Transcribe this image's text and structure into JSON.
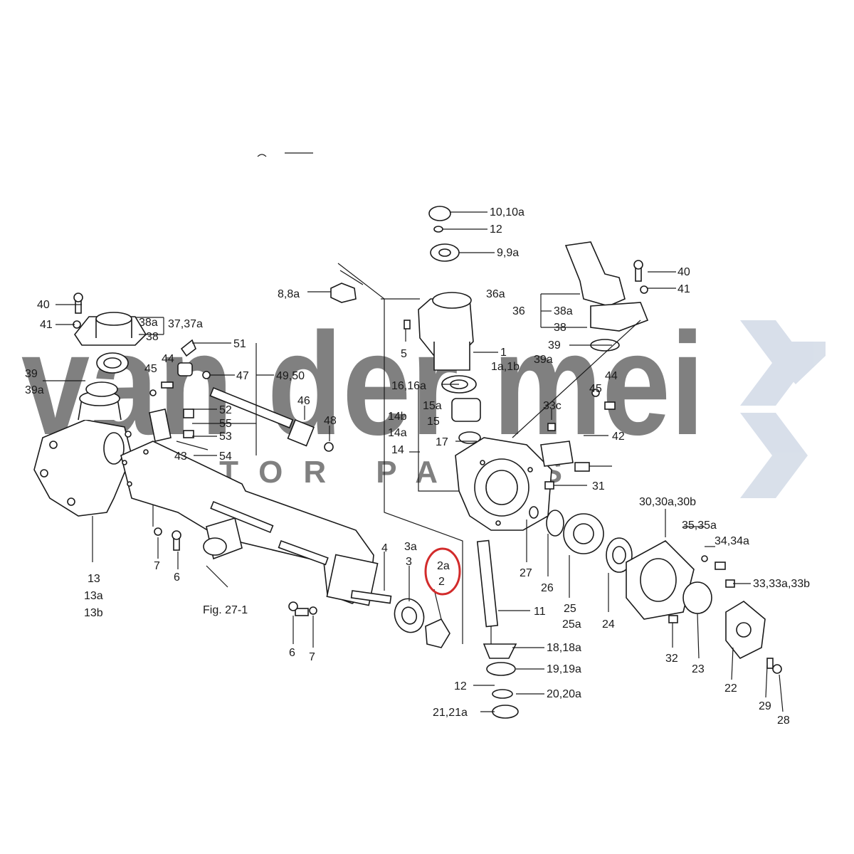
{
  "watermark": {
    "brand": "van der mei",
    "tagline": "TRACTOR PARTS",
    "color": "#b9c6d9"
  },
  "highlight_color": "#d22b2b",
  "figure_ref": "Fig. 27-1",
  "labels": [
    "10,10a",
    "12",
    "9,9a",
    "8,8a",
    "36a",
    "36",
    "38a",
    "38",
    "40",
    "41",
    "39",
    "39a",
    "1",
    "1a,1b",
    "5",
    "16,16a",
    "15a",
    "15",
    "14b",
    "14a",
    "14",
    "17",
    "33c",
    "45",
    "44",
    "42",
    "31",
    "40",
    "41",
    "38a",
    "37,37a",
    "38",
    "39",
    "39a",
    "45",
    "44",
    "51",
    "47",
    "49,50",
    "46",
    "48",
    "52",
    "53",
    "55",
    "54",
    "43",
    "13",
    "13a",
    "13b",
    "7",
    "6",
    "Fig. 27-1",
    "6",
    "7",
    "4",
    "3a",
    "3",
    "2a",
    "2",
    "11",
    "18,18a",
    "19,19a",
    "12",
    "20,20a",
    "21,21a",
    "27",
    "26",
    "25",
    "25a",
    "24",
    "30,30a,30b",
    "35,35a",
    "34,34a",
    "33,33a,33b",
    "32",
    "23",
    "22",
    "29",
    "28"
  ]
}
